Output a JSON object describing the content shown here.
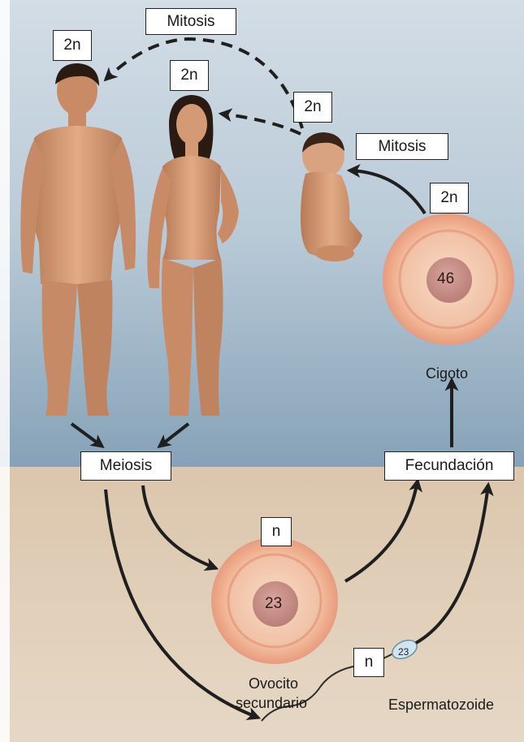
{
  "labels": {
    "mitosis_top": "Mitosis",
    "mitosis_right": "Mitosis",
    "ploidy_man": "2n",
    "ploidy_woman": "2n",
    "ploidy_baby": "2n",
    "ploidy_zygote": "2n",
    "ploidy_oocyte": "n",
    "ploidy_sperm": "n",
    "meiosis": "Meiosis",
    "fertilization": "Fecundación",
    "zygote": "Cigoto",
    "oocyte_line1": "Ovocito",
    "oocyte_line2": "secundario",
    "sperm": "Espermatozoide"
  },
  "chromosomes": {
    "zygote": "46",
    "oocyte": "23",
    "sperm": "23"
  },
  "icons": [
    "man-figure",
    "woman-figure",
    "baby-figure",
    "zygote-cell",
    "oocyte-cell",
    "sperm-cell"
  ],
  "colors": {
    "sky_top": "#c3d2de",
    "sky_bottom": "#7e9cb3",
    "ground": "#d8c2a8",
    "skin": "#d9a07c",
    "hair": "#2a1a12",
    "cell_outer": "#f1b89a",
    "cell_nucleus": "#c98f87",
    "arrow": "#1f1f1f"
  }
}
